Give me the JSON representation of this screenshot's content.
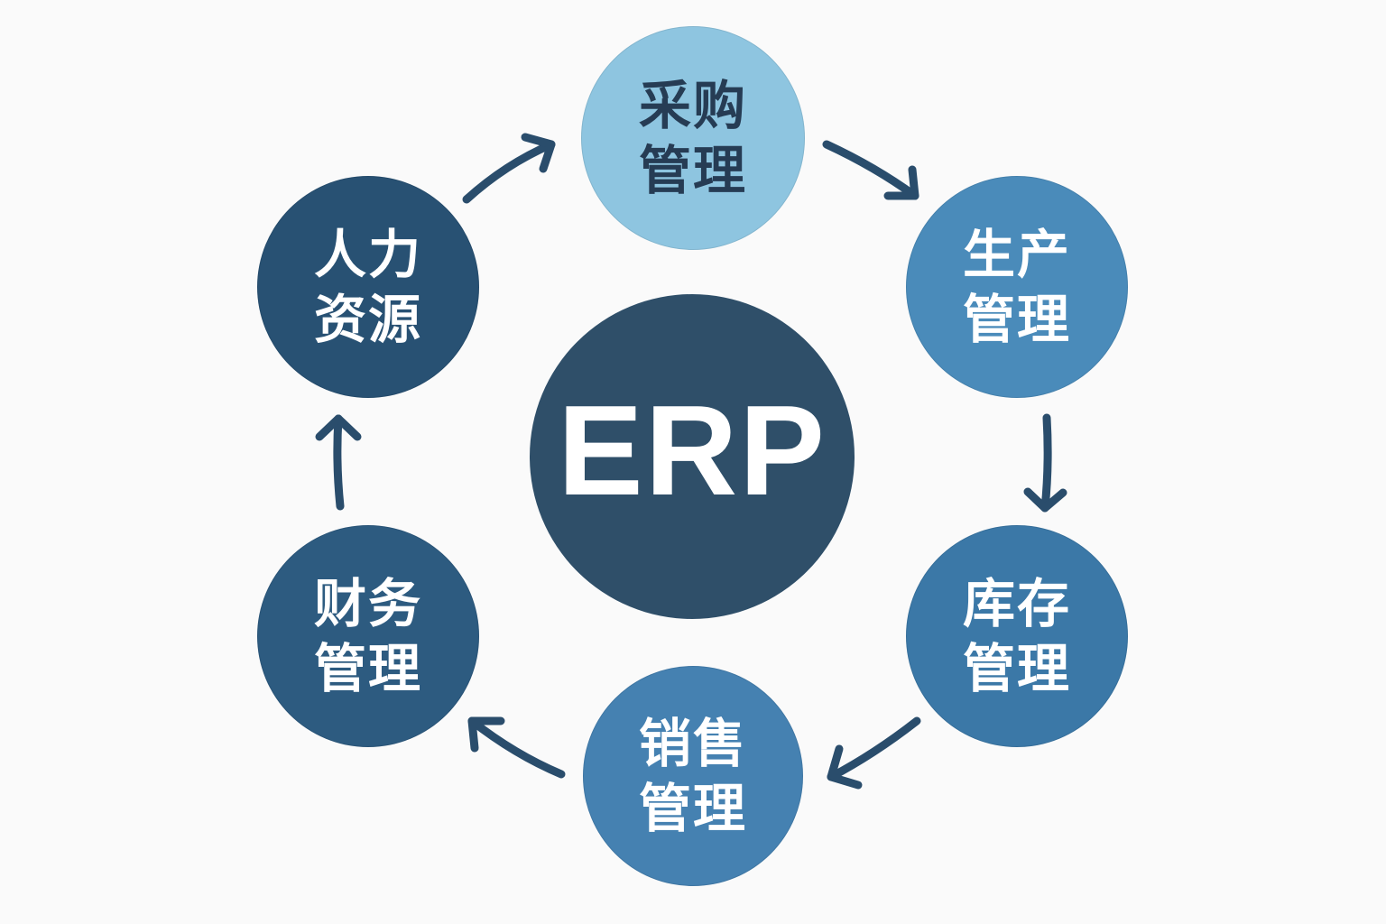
{
  "diagram": {
    "type": "cycle",
    "center": {
      "label": "ERP",
      "color": "#2f4f69",
      "text_color": "#ffffff"
    },
    "modules": [
      {
        "id": "purchasing",
        "lines": [
          "采购",
          "管理"
        ],
        "color": "#8ec5e0",
        "text_color": "#263c54"
      },
      {
        "id": "production",
        "lines": [
          "生产",
          "管理"
        ],
        "color": "#4a8bba",
        "text_color": "#ffffff"
      },
      {
        "id": "inventory",
        "lines": [
          "库存",
          "管理"
        ],
        "color": "#3b78a7",
        "text_color": "#ffffff"
      },
      {
        "id": "sales",
        "lines": [
          "销售",
          "管理"
        ],
        "color": "#4581b1",
        "text_color": "#ffffff"
      },
      {
        "id": "finance",
        "lines": [
          "财务",
          "管理"
        ],
        "color": "#2d5b80",
        "text_color": "#ffffff"
      },
      {
        "id": "hr",
        "lines": [
          "人力",
          "资源"
        ],
        "color": "#285173",
        "text_color": "#ffffff"
      }
    ],
    "flow": [
      {
        "from": "hr",
        "to": "purchasing"
      },
      {
        "from": "purchasing",
        "to": "production"
      },
      {
        "from": "production",
        "to": "inventory"
      },
      {
        "from": "inventory",
        "to": "sales"
      },
      {
        "from": "sales",
        "to": "finance"
      },
      {
        "from": "finance",
        "to": "hr"
      }
    ],
    "arrow_color": "#2a4d6c",
    "background": "#fafafa"
  }
}
